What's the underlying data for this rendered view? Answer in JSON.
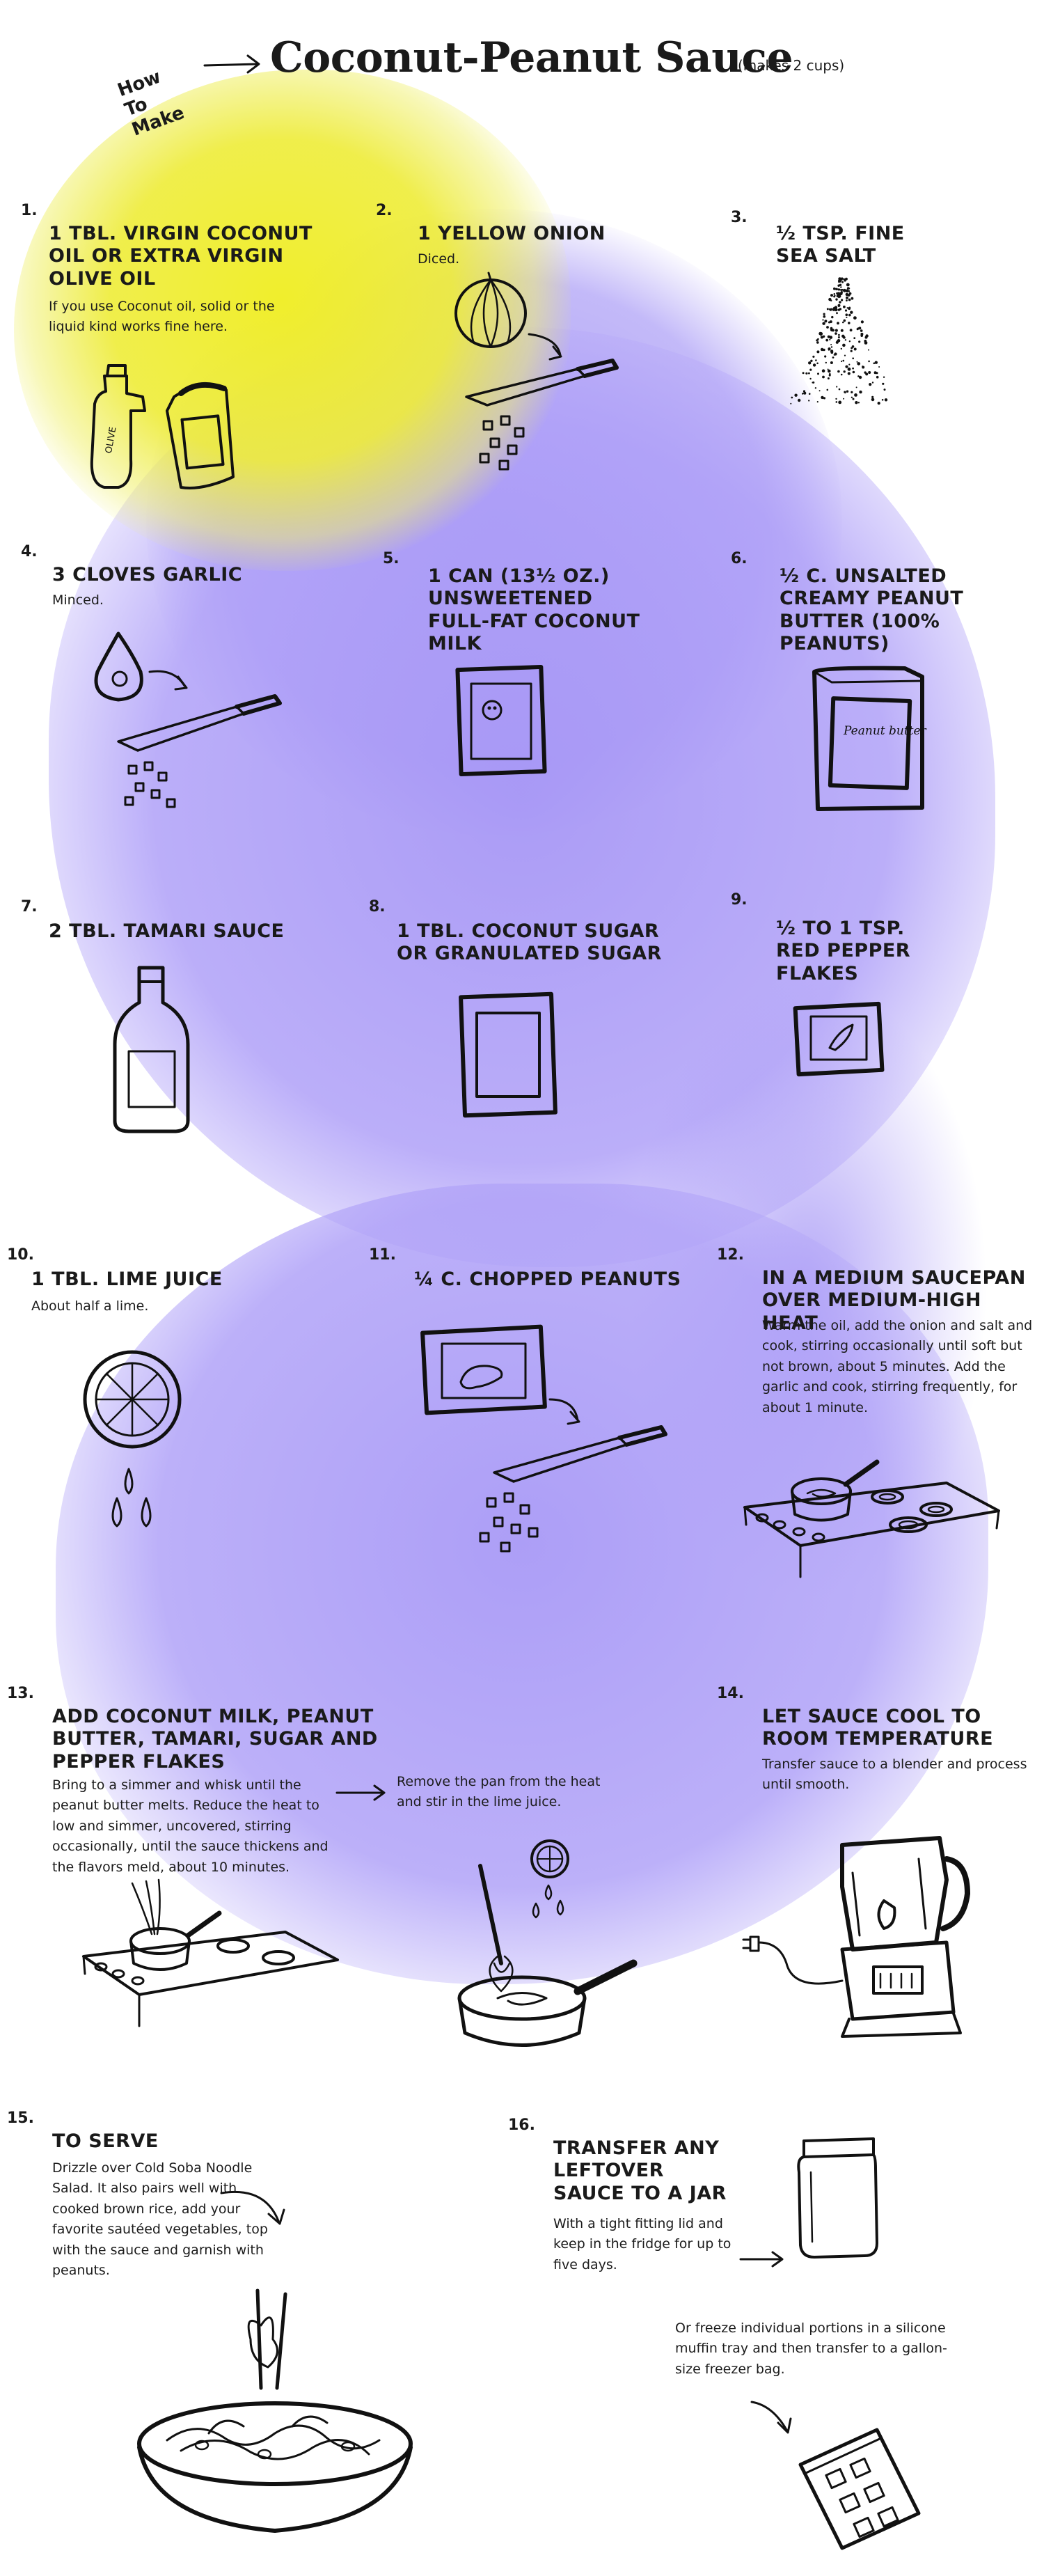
{
  "header": {
    "how_to": "How To Make",
    "title": "Coconut-Peanut Sauce",
    "yield": "(makes 2 cups)"
  },
  "colors": {
    "yellow_wash": "#eeec2a",
    "purple_wash": "#a896f5",
    "ink": "#111111"
  },
  "steps": [
    {
      "num": "1.",
      "head": "1 TBL. VIRGIN COCONUT OIL OR EXTRA VIRGIN OLIVE OIL",
      "note": "If you use Coconut oil, solid or the liquid kind works fine here.",
      "label": "OLIVE",
      "icon": "oil-bottle-and-jar-icon"
    },
    {
      "num": "2.",
      "head": "1 YELLOW ONION",
      "note": "Diced.",
      "icon": "onion-knife-icon"
    },
    {
      "num": "3.",
      "head": "½ TSP. FINE SEA SALT",
      "icon": "salt-pile-icon"
    },
    {
      "num": "4.",
      "head": "3 CLOVES GARLIC",
      "note": "Minced.",
      "icon": "garlic-knife-icon"
    },
    {
      "num": "5.",
      "head": "1 CAN (13½ OZ.) UNSWEETENED FULL-FAT COCONUT MILK",
      "icon": "coconut-milk-can-icon"
    },
    {
      "num": "6.",
      "head": "½ C. UNSALTED CREAMY PEANUT BUTTER (100% peanuts)",
      "label": "Peanut butter",
      "icon": "peanut-butter-jar-icon"
    },
    {
      "num": "7.",
      "head": "2 TBL. TAMARI SAUCE",
      "icon": "tamari-bottle-icon"
    },
    {
      "num": "8.",
      "head": "1 TBL. COCONUT SUGAR OR GRANULATED SUGAR",
      "icon": "sugar-package-icon"
    },
    {
      "num": "9.",
      "head": "½ TO 1 TSP. RED PEPPER FLAKES",
      "icon": "pepper-flakes-package-icon"
    },
    {
      "num": "10.",
      "head": "1 TBL. LIME JUICE",
      "note": "About half a lime.",
      "icon": "lime-juice-icon"
    },
    {
      "num": "11.",
      "head": "¼ C. CHOPPED PEANUTS",
      "icon": "peanuts-knife-icon"
    },
    {
      "num": "12.",
      "head": "IN A MEDIUM SAUCEPAN OVER MEDIUM-HIGH HEAT",
      "note": "Warm the oil, add the onion and salt and cook, stirring occasionally until soft but not brown, about 5 minutes. Add the garlic and cook, stirring frequently, for about 1 minute.",
      "icon": "saucepan-on-stove-icon"
    },
    {
      "num": "13.",
      "head": "ADD COCONUT MILK, PEANUT BUTTER, TAMARI, SUGAR AND PEPPER FLAKES",
      "note": "Bring to a simmer and whisk until the peanut butter melts. Reduce the heat to low and simmer, uncovered, stirring occasionally, until the sauce thickens and the flavors meld, about 10 minutes.",
      "note2": "Remove the pan from the heat and stir in the lime juice.",
      "icon": "whisking-pot-icon"
    },
    {
      "num": "14.",
      "head": "LET SAUCE COOL TO ROOM TEMPERATURE",
      "note": "Transfer sauce to a blender and process until smooth.",
      "icon": "blender-icon"
    },
    {
      "num": "15.",
      "head": "TO SERVE",
      "note": "Drizzle over Cold Soba Noodle Salad. It also pairs well with cooked brown rice, add your favorite sautéed vegetables, top with the sauce and garnish with peanuts.",
      "icon": "noodle-bowl-icon"
    },
    {
      "num": "16.",
      "head": "TRANSFER ANY LEFTOVER SAUCE TO A JAR",
      "note": "With a tight fitting lid and keep in the fridge for up to five days.",
      "note2": "Or freeze individual portions in a silicone muffin tray and then transfer to a gallon-size freezer bag.",
      "icon": "jar-and-freezer-bag-icon"
    }
  ]
}
